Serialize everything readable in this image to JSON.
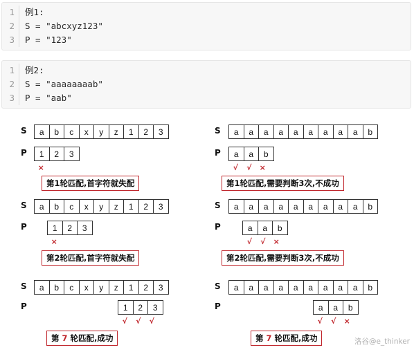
{
  "code_blocks": [
    {
      "lines": [
        {
          "no": "1",
          "text": "例1:"
        },
        {
          "no": "2",
          "text": "S = \"abcxyz123\""
        },
        {
          "no": "3",
          "text": "P = \"123\""
        }
      ]
    },
    {
      "lines": [
        {
          "no": "1",
          "text": "例2:"
        },
        {
          "no": "2",
          "text": "S = \"aaaaaaaab\""
        },
        {
          "no": "3",
          "text": "P = \"aab\""
        }
      ]
    }
  ],
  "labels": {
    "s": "S",
    "p": "P"
  },
  "example1": {
    "s_chars": [
      "a",
      "b",
      "c",
      "x",
      "y",
      "z",
      "1",
      "2",
      "3"
    ],
    "p_chars": [
      "1",
      "2",
      "3"
    ],
    "steps": [
      {
        "marks": [
          "×"
        ],
        "note": "第1轮匹配,首字符就失配"
      },
      {
        "marks": [
          "×"
        ],
        "note": "第2轮匹配,首字符就失配"
      },
      {
        "marks": [
          "√",
          "√",
          "√"
        ],
        "note_pre": "第 ",
        "note_num": "7",
        "note_post": " 轮匹配,成功"
      }
    ]
  },
  "example2": {
    "s_chars": [
      "a",
      "a",
      "a",
      "a",
      "a",
      "a",
      "a",
      "a",
      "a",
      "b"
    ],
    "p_chars": [
      "a",
      "a",
      "b"
    ],
    "steps": [
      {
        "marks": [
          "√",
          "√",
          "×"
        ],
        "note": "第1轮匹配,需要判断3次,不成功"
      },
      {
        "marks": [
          "√",
          "√",
          "×"
        ],
        "note": "第2轮匹配,需要判断3次,不成功"
      },
      {
        "marks": [
          "√",
          "√",
          "×"
        ],
        "note_pre": "第 ",
        "note_num": "7",
        "note_post": " 轮匹配,成功"
      }
    ]
  },
  "watermark": "洛谷@e_thinker"
}
